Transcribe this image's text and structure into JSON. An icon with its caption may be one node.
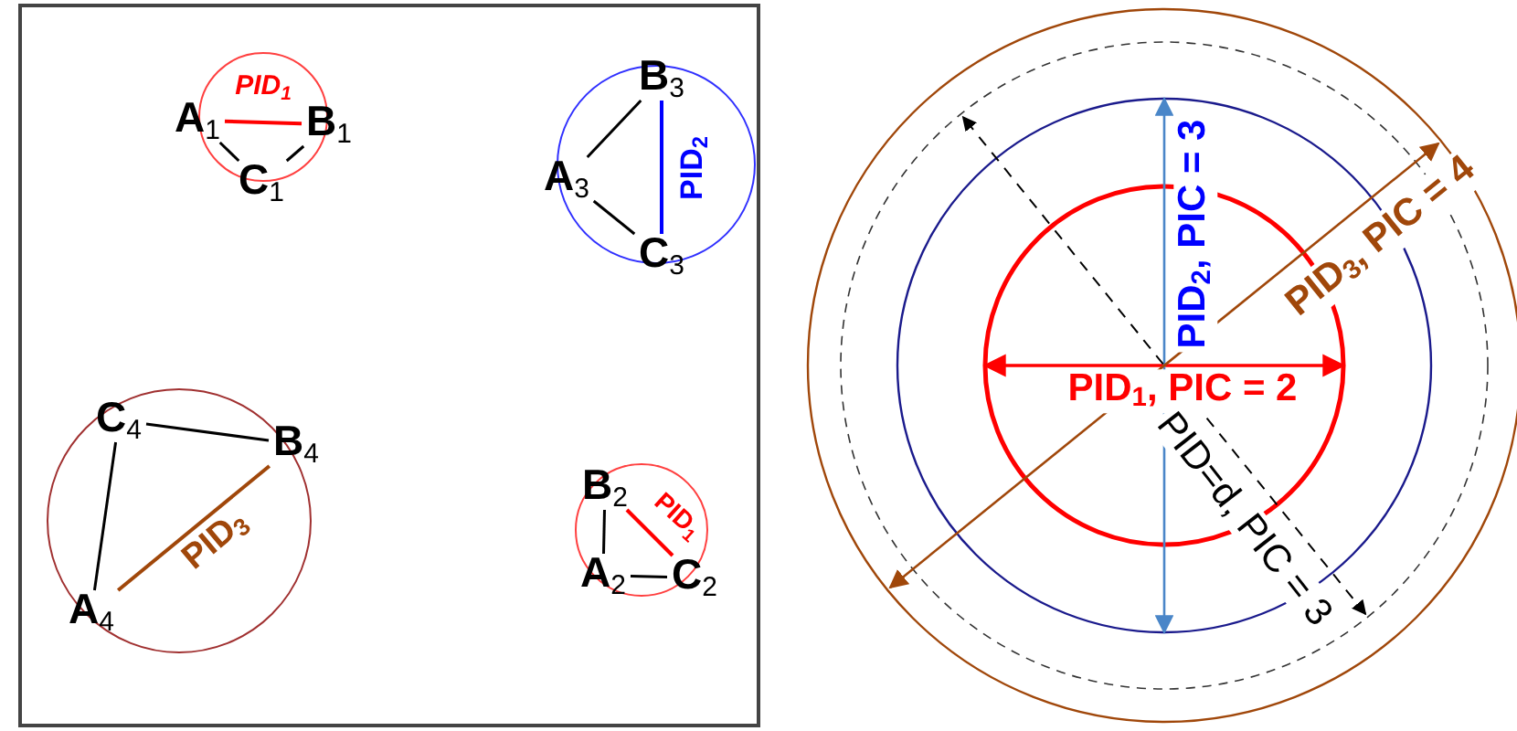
{
  "diagram": {
    "nodes": [
      {
        "text": [
          "A$_{1}$"
        ]
      },
      {
        "text": [
          "B$_{1}$"
        ]
      },
      {
        "text": [
          "C$_{1}$"
        ]
      },
      {
        "text": [
          "B$_{3}$"
        ]
      },
      {
        "text": [
          "A$_{3}$"
        ]
      },
      {
        "text": [
          "C$_{3}$"
        ]
      },
      {
        "text": [
          "C$_{4}$"
        ]
      },
      {
        "text": [
          "B$_{4}$"
        ]
      },
      {
        "text": [
          "A$_{4}$"
        ]
      },
      {
        "text": [
          "B$_{2}$"
        ]
      },
      {
        "text": [
          "A$_{2}$"
        ]
      },
      {
        "text": [
          "C$_{2}$"
        ]
      }
    ],
    "edges": [
      {
        "from": 0,
        "to": 1,
        "arrow": "none",
        "label": "PID$_{1}$",
        "color": "#ff0000"
      },
      {
        "from": 0,
        "to": 2,
        "arrow": "none"
      },
      {
        "from": 2,
        "to": 1,
        "arrow": "none"
      },
      {
        "from": 3,
        "to": 4,
        "arrow": "none"
      },
      {
        "from": 4,
        "to": 5,
        "arrow": "none"
      },
      {
        "from": 3,
        "to": 5,
        "arrow": "none",
        "label": "PID$_{2}$",
        "color": "#0000ff"
      },
      {
        "from": 6,
        "to": 7,
        "arrow": "none"
      },
      {
        "from": 6,
        "to": 8,
        "arrow": "none"
      },
      {
        "from": 8,
        "to": 7,
        "arrow": "none",
        "label": "PID$_{3}$",
        "color": "#a0470a"
      },
      {
        "from": 9,
        "to": 10,
        "arrow": "none"
      },
      {
        "from": 10,
        "to": 11,
        "arrow": "none"
      },
      {
        "from": 9,
        "to": 11,
        "arrow": "none",
        "label": "PID$_{1}$",
        "color": "#ff0000"
      }
    ],
    "labels": [
      "PID$_{2}$, PIC = 3",
      "PID$_{3}$, PIC = 4",
      "PID$_{1}$, PIC = 2",
      "PID=d, PIC = 3"
    ]
  }
}
